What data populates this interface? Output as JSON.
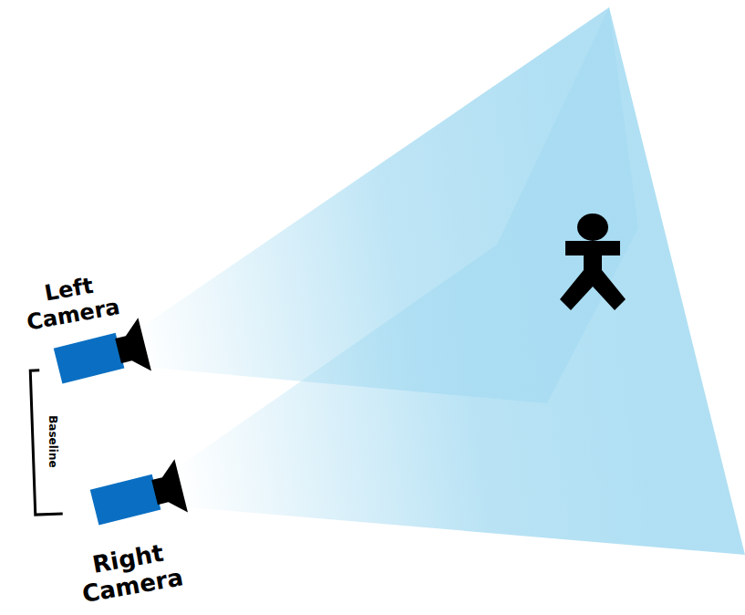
{
  "diagram": {
    "labels": [
      "Left Camera",
      "Right Camera",
      "Baseline"
    ]
  }
}
